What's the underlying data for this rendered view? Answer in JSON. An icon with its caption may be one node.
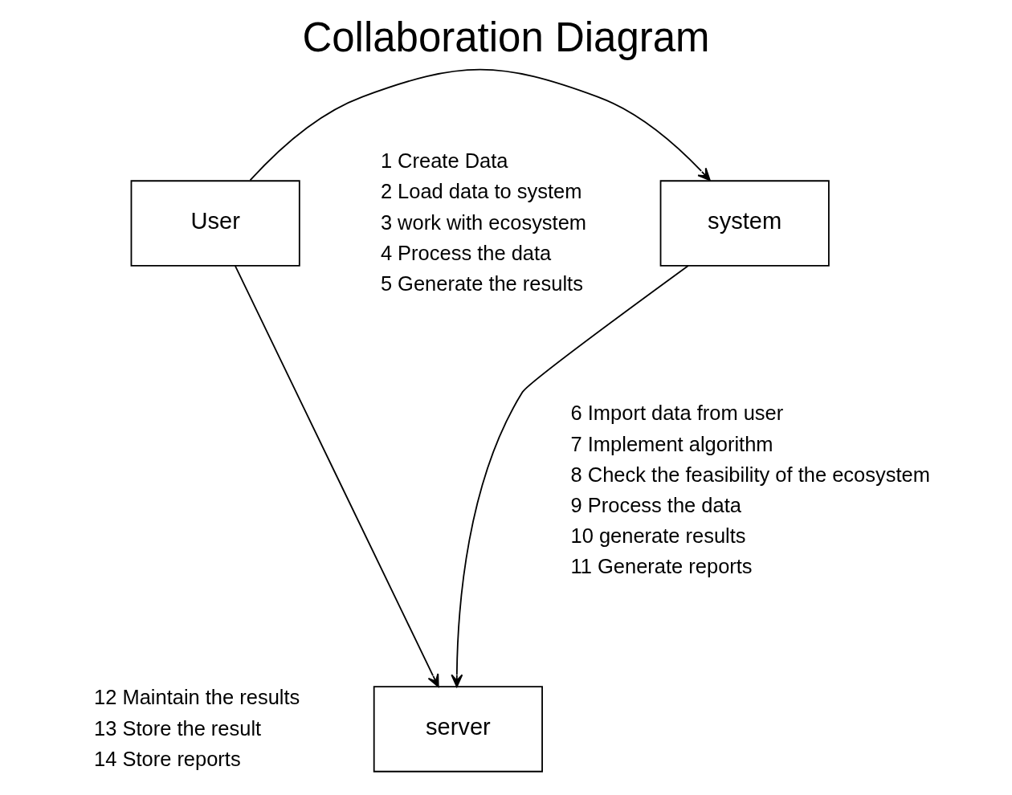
{
  "diagram": {
    "title": "Collaboration Diagram",
    "nodes": [
      {
        "text": [
          "User"
        ]
      },
      {
        "text": [
          "system"
        ]
      },
      {
        "text": [
          "server"
        ]
      }
    ],
    "edges": [
      {
        "from": 0,
        "to": 1,
        "arrow": "to"
      },
      {
        "from": 1,
        "to": 2,
        "arrow": "to"
      },
      {
        "from": 0,
        "to": 2,
        "arrow": "to"
      }
    ],
    "labels": [
      "1 Create Data",
      "2 Load data to system",
      "3 work with ecosystem",
      "4 Process the data",
      "5 Generate the results",
      "6 Import data from user",
      "7 Implement algorithm",
      "8 Check the feasibility of the ecosystem",
      "9 Process the data",
      "10 generate results",
      "11 Generate reports",
      "12 Maintain the results",
      "13 Store the result",
      "14 Store reports"
    ]
  }
}
